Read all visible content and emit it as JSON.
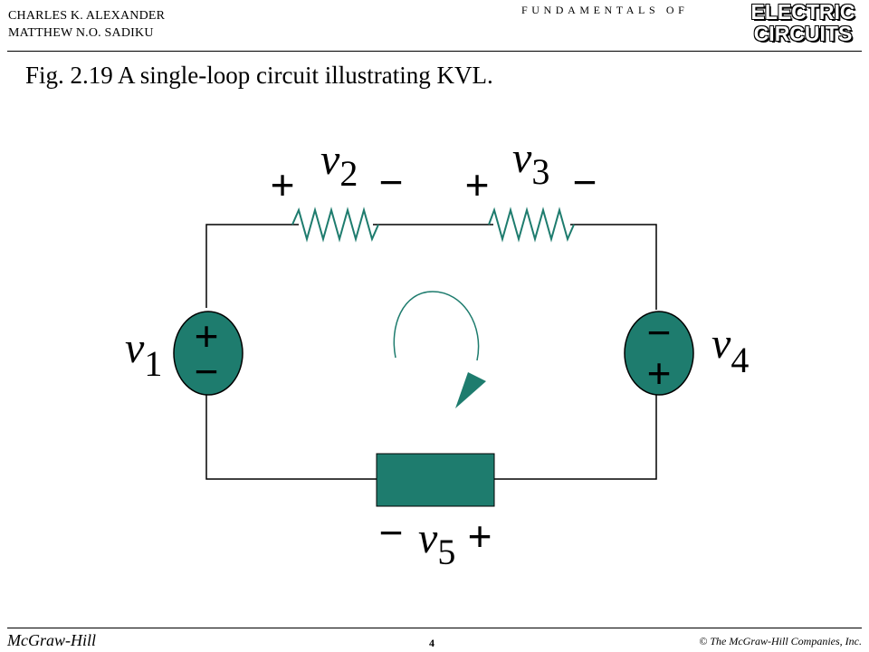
{
  "header": {
    "authors": [
      "CHARLES K. ALEXANDER",
      "MATTHEW N.O. SADIKU"
    ],
    "book_series": "FUNDAMENTALS OF",
    "book_title": [
      "ELECTRIC",
      "CIRCUITS"
    ]
  },
  "figure": {
    "caption": "Fig. 2.19 A single-loop circuit illustrating KVL.",
    "colors": {
      "element_fill": "#1e7c6e",
      "wire": "#000000",
      "loop_arrow": "#1e7c6e"
    },
    "labels": {
      "v1": {
        "var": "v",
        "sub": "1",
        "top_sign": "+",
        "bottom_sign": "−"
      },
      "v2": {
        "var": "v",
        "sub": "2",
        "left_sign": "+",
        "right_sign": "−"
      },
      "v3": {
        "var": "v",
        "sub": "3",
        "left_sign": "+",
        "right_sign": "−"
      },
      "v4": {
        "var": "v",
        "sub": "4",
        "top_sign": "−",
        "bottom_sign": "+"
      },
      "v5": {
        "var": "v",
        "sub": "5",
        "left_sign": "−",
        "right_sign": "+"
      }
    }
  },
  "footer": {
    "publisher": "McGraw-Hill",
    "page_number": "4",
    "copyright": "© The McGraw-Hill Companies, Inc."
  }
}
